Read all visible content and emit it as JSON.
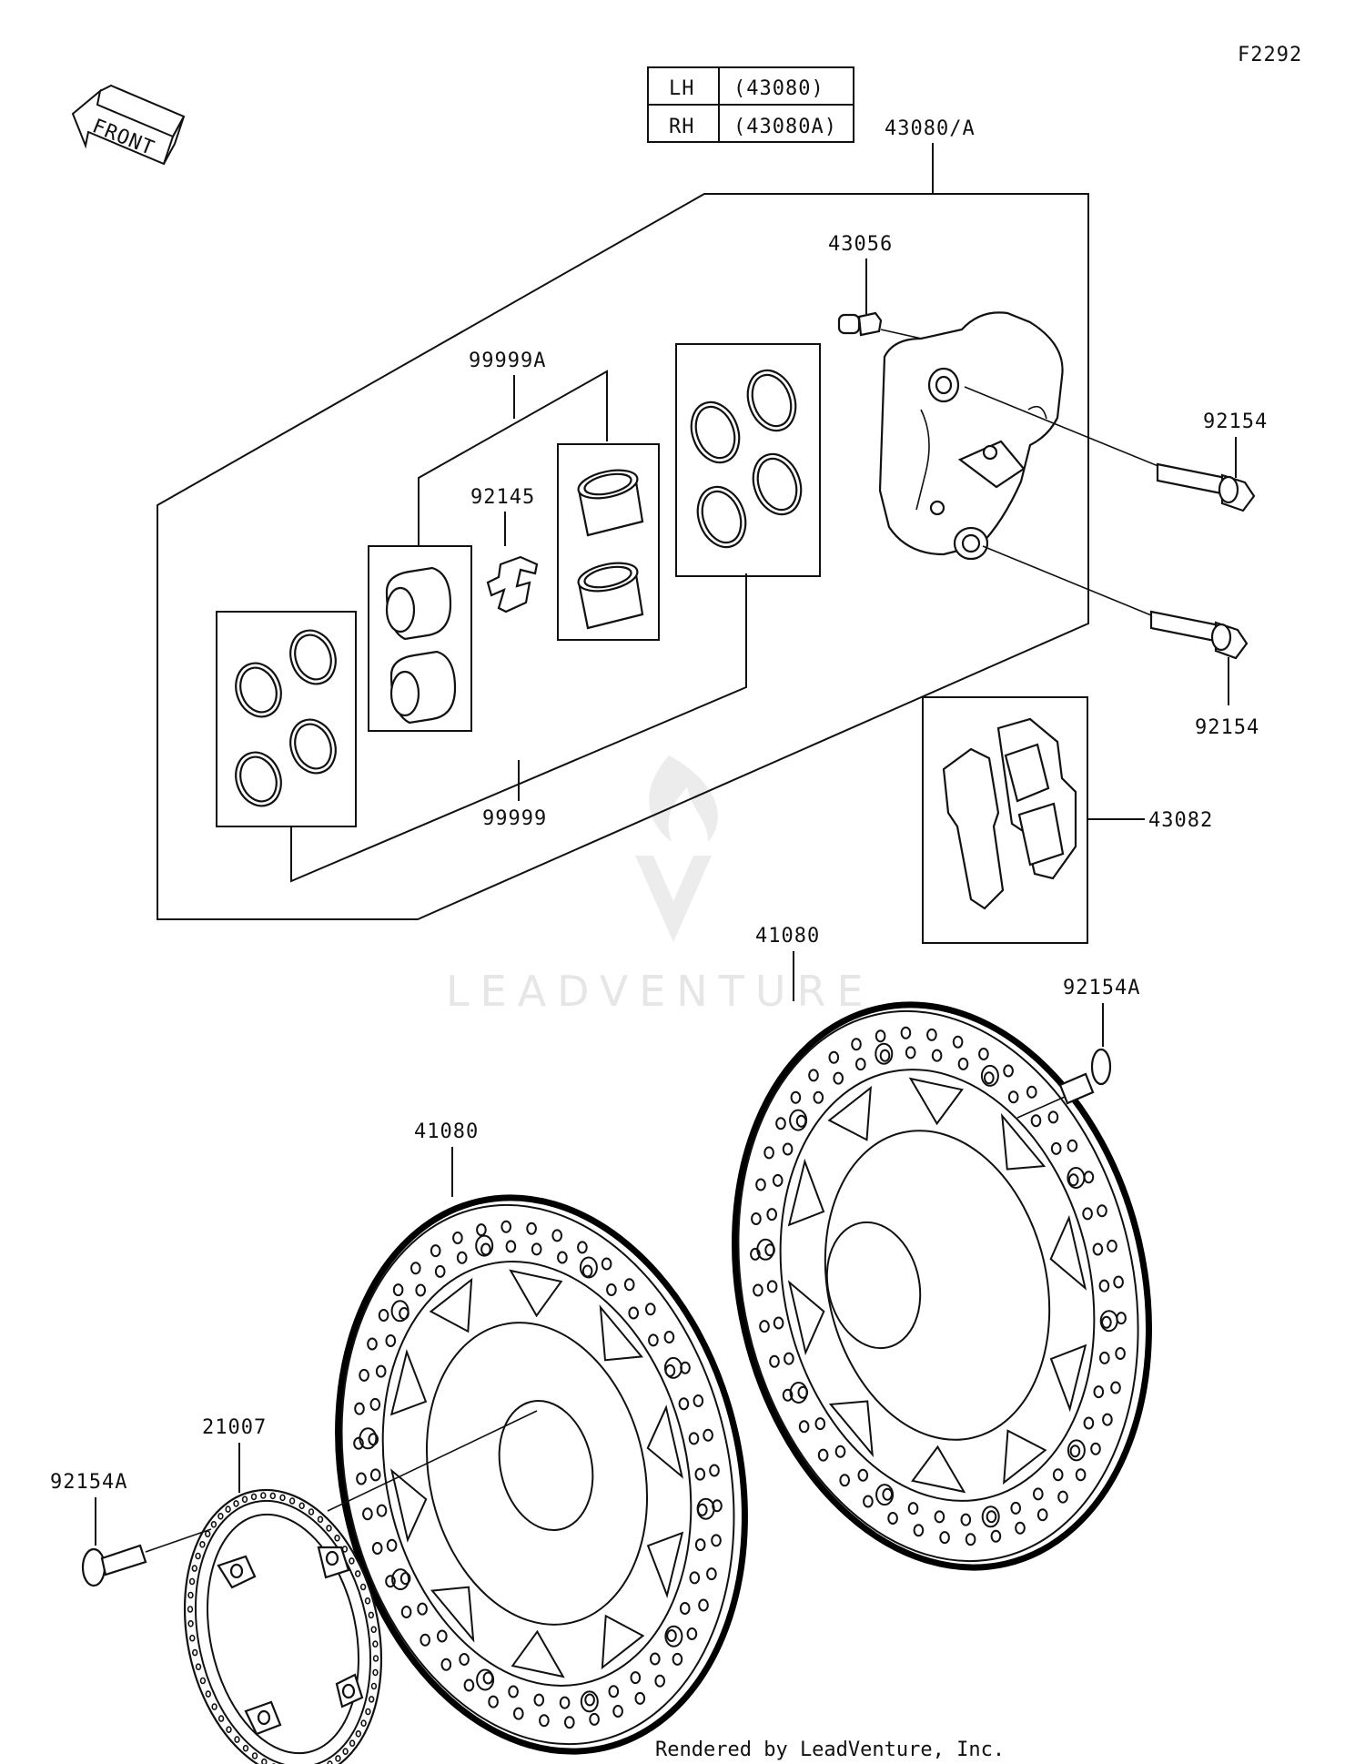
{
  "figure_code": "F2292",
  "front_label": "FRONT",
  "variant_table": [
    {
      "side": "LH",
      "part": "(43080)"
    },
    {
      "side": "RH",
      "part": "(43080A)"
    }
  ],
  "callouts": {
    "caliper_assy": "43080/A",
    "bleeder": "43056",
    "seal_kit_a": "99999A",
    "pad_spring": "92145",
    "seal_kit": "99999",
    "bolt_upper": "92154",
    "bolt_lower": "92154",
    "pads": "43082",
    "disc_right": "41080",
    "disc_left": "41080",
    "disc_bolt_right": "92154A",
    "abs_rotor": "21007",
    "disc_bolt_left": "92154A"
  },
  "watermark": "LEADVENTURE",
  "footer": "Rendered by LeadVenture, Inc.",
  "colors": {
    "line": "#111111",
    "watermark": "#e6e6e6"
  }
}
